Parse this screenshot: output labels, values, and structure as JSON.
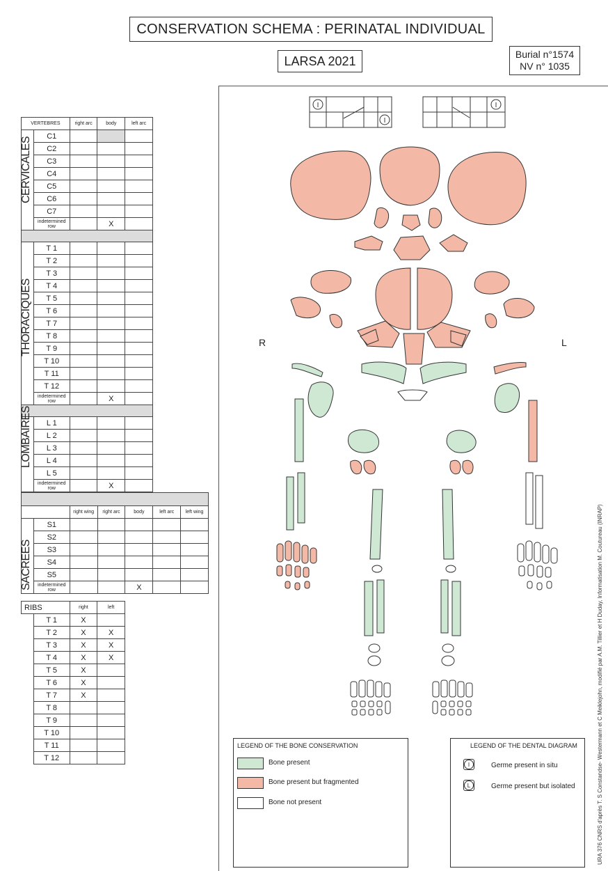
{
  "header": {
    "title": "CONSERVATION SCHEMA : PERINATAL INDIVIDUAL",
    "site": "LARSA 2021",
    "burial": "Burial n°1574",
    "nv": "NV n° 1035"
  },
  "vertebrae": {
    "header": {
      "name": "VERTEBRES",
      "right_arc": "right arc",
      "body": "body",
      "left_arc": "left arc"
    },
    "cervical_label": "CERVICALES",
    "cervical": [
      "C1",
      "C2",
      "C3",
      "C4",
      "C5",
      "C6",
      "C7"
    ],
    "thoracic_label": "THORACIQUES",
    "thoracic": [
      "T 1",
      "T 2",
      "T 3",
      "T 4",
      "T 5",
      "T 6",
      "T 7",
      "T 8",
      "T 9",
      "T 10",
      "T 11",
      "T 12"
    ],
    "lumbar_label": "LOMBAIRES",
    "lumbar": [
      "L 1",
      "L 2",
      "L 3",
      "L 4",
      "L 5"
    ],
    "indetermined": "indetermined row",
    "mark": "X"
  },
  "sacrum": {
    "label": "SACREES",
    "header": {
      "right_wing": "right wing",
      "right_arc": "right arc",
      "body": "body",
      "left_arc": "left arc",
      "left_wing": "left wing"
    },
    "rows": [
      "S1",
      "S2",
      "S3",
      "S4",
      "S5"
    ],
    "indetermined": "indetermined row",
    "mark": "X"
  },
  "ribs": {
    "label": "RIBS",
    "right": "right",
    "left": "left",
    "rows": [
      {
        "n": "T 1",
        "r": "X",
        "l": ""
      },
      {
        "n": "T 2",
        "r": "X",
        "l": "X"
      },
      {
        "n": "T 3",
        "r": "X",
        "l": "X"
      },
      {
        "n": "T 4",
        "r": "X",
        "l": "X"
      },
      {
        "n": "T 5",
        "r": "X",
        "l": ""
      },
      {
        "n": "T 6",
        "r": "X",
        "l": ""
      },
      {
        "n": "T 7",
        "r": "X",
        "l": ""
      },
      {
        "n": "T 8",
        "r": "",
        "l": ""
      },
      {
        "n": "T 9",
        "r": "",
        "l": ""
      },
      {
        "n": "T 10",
        "r": "",
        "l": ""
      },
      {
        "n": "T 11",
        "r": "",
        "l": ""
      },
      {
        "n": "T 12",
        "r": "",
        "l": ""
      }
    ]
  },
  "sides": {
    "right": "R",
    "left": "L"
  },
  "dental": {
    "germ_symbol": "I"
  },
  "legend_bone": {
    "title": "LEGEND OF THE BONE CONSERVATION",
    "items": [
      {
        "label": "Bone present",
        "color": "#cfe8d4"
      },
      {
        "label": "Bone present but fragmented",
        "color": "#f4b8a6"
      },
      {
        "label": "Bone not present",
        "color": "#ffffff"
      }
    ]
  },
  "legend_dental": {
    "title": "LEGEND OF THE DENTAL DIAGRAM",
    "items": [
      {
        "symbol": "I",
        "label": "Germe present in situ"
      },
      {
        "symbol": "L",
        "label": "Germe present but isolated"
      }
    ]
  },
  "credit": "URA 376 CNRS d'après T. S Constandse- Westermann et C Meiklejohn, modifié par A.M. Tillier et H Duday, Informatisation M. Coutureau (INRAP)",
  "colors": {
    "present": "#cfe8d4",
    "fragmented": "#f4b8a6",
    "absent": "#ffffff",
    "line": "#333333"
  }
}
